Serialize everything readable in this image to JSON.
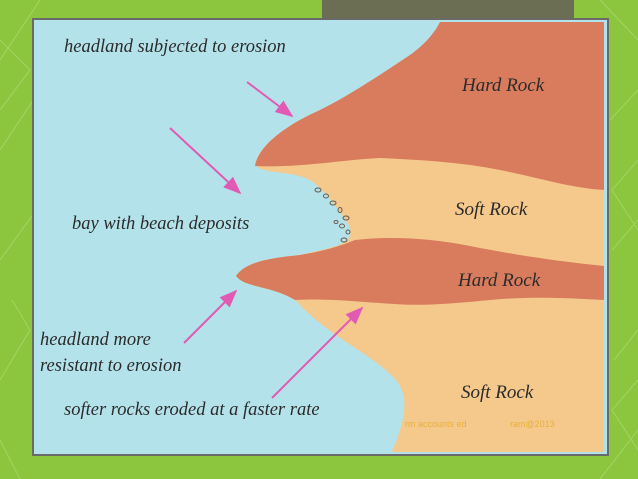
{
  "colors": {
    "slide_background": "#8cc63f",
    "title_box": "#6c6e54",
    "sea": "#b4e2ea",
    "hard_rock": "#d97c5e",
    "soft_rock": "#f5c88c",
    "arrow": "#e15bb5",
    "frame": "#6a6a6a",
    "footer_text": "#e7b13a"
  },
  "labels": {
    "headland_erosion": "headland subjected to erosion",
    "bay": "bay with beach deposits",
    "headland_resistant_line1": "headland more",
    "headland_resistant_line2": "resistant to erosion",
    "softer_rocks": "softer rocks eroded at a faster rate",
    "hard_rock_top": "Hard Rock",
    "soft_rock_top": "Soft Rock",
    "hard_rock_bottom": "Hard Rock",
    "soft_rock_bottom": "Soft Rock"
  },
  "footer": {
    "left": "rm accounts ed",
    "right": "ram@2013"
  }
}
